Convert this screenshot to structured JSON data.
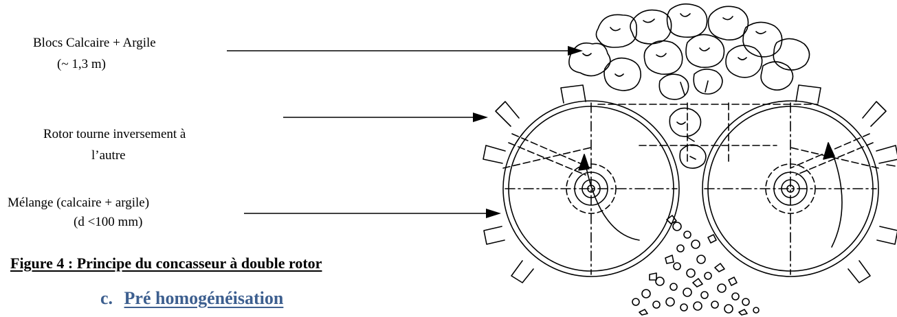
{
  "labels": {
    "blocs_line1": "Blocs Calcaire + Argile",
    "blocs_line2": "(~ 1,3 m)",
    "rotor_line1": "Rotor tourne inversement à",
    "rotor_line2": "l’autre",
    "melange_line1": "Mélange (calcaire + argile)",
    "melange_line2": "(d <100 mm)"
  },
  "figure": {
    "caption": "Figure 4 : Principe du concasseur à double rotor"
  },
  "section": {
    "number": "c.",
    "title": "Pré homogénéisation"
  }
}
